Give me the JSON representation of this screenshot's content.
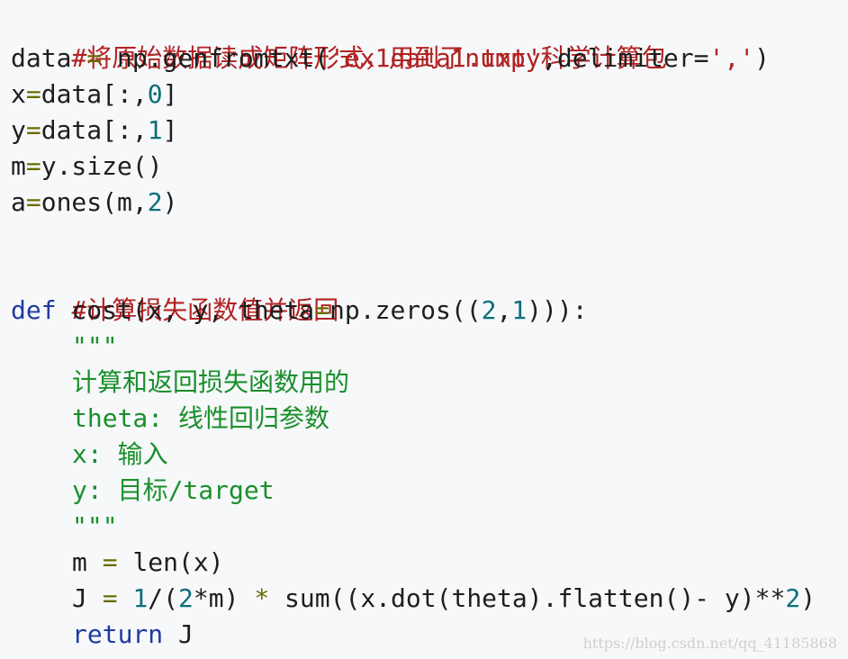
{
  "code": {
    "comment_load": "#将原始数据读成矩阵形式，用到了numpy科学计算包",
    "line_data": {
      "lhs": "data",
      "eq": " = ",
      "call": "np.genfromtxt(",
      "str1": "'ex1data1.txt'",
      "mid": ",delimiter=",
      "str2": "','",
      "close": ")"
    },
    "line_x": {
      "a": "x",
      "eq": "=",
      "b": "data[:,",
      "n": "0",
      "c": "]"
    },
    "line_y": {
      "a": "y",
      "eq": "=",
      "b": "data[:,",
      "n": "1",
      "c": "]"
    },
    "line_m": {
      "a": "m",
      "eq": "=",
      "b": "y.size()"
    },
    "line_a": {
      "a": "a",
      "eq": "=",
      "b": "ones(m,",
      "n": "2",
      "c": ")"
    },
    "comment_cost": "#计算损失函数值并返回",
    "def_line": {
      "kw": "def",
      "name": " cost(x, y, theta",
      "eq": "=",
      "rest": "np.zeros((",
      "n1": "2",
      "comma": ",",
      "n2": "1",
      "end": "))):"
    },
    "docstring": {
      "open": "\"\"\"",
      "desc": "计算和返回损失函数用的",
      "theta": "theta: 线性回归参数",
      "x": "x: 输入",
      "y": "y: 目标/target",
      "close": "\"\"\""
    },
    "line_len": {
      "a": "m",
      "eq": " = ",
      "b": "len(x)"
    },
    "line_J": {
      "a": "J",
      "eq": " = ",
      "n1": "1",
      "b": "/(",
      "n2": "2",
      "c": "*m) ",
      "op": "*",
      "d": " sum((x.dot(theta).flatten()- y)**",
      "n3": "2",
      "e": ")"
    },
    "line_return": {
      "kw": "return",
      "val": " J"
    }
  },
  "watermark": "https://blog.csdn.net/qq_41185868"
}
